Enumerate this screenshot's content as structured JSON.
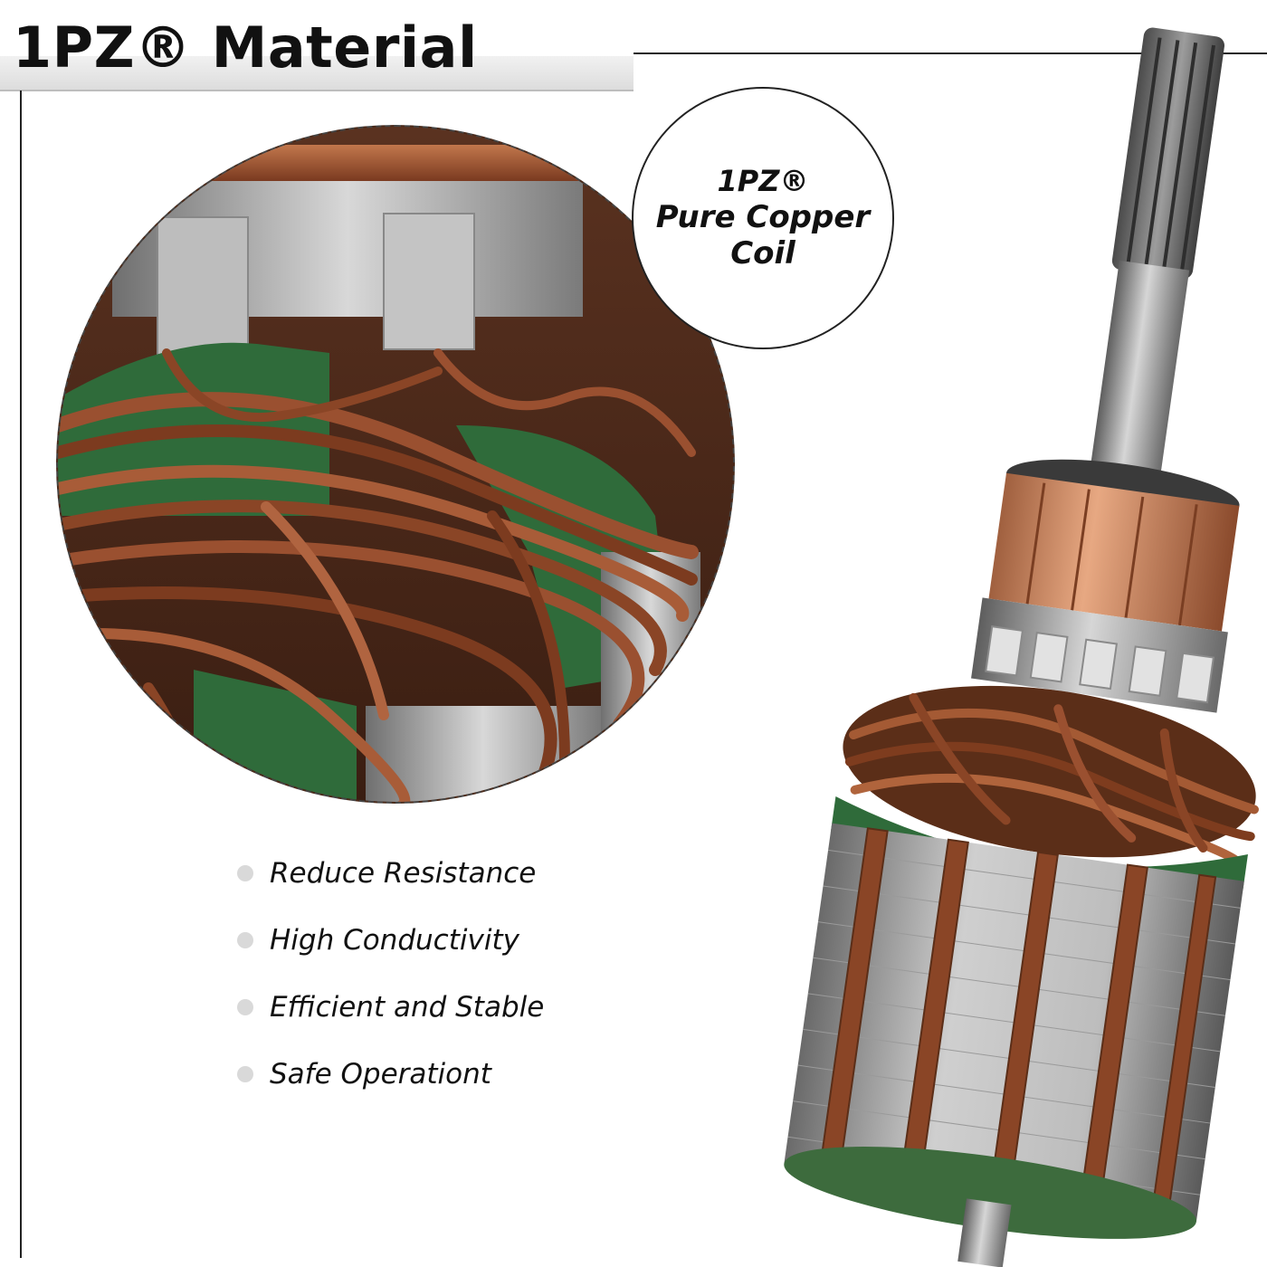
{
  "header": {
    "title": "1PZ® Material"
  },
  "callout": {
    "line1": "1PZ®",
    "line2": "Pure Copper",
    "line3": "Coil"
  },
  "features": [
    "Reduce Resistance",
    "High Conductivity",
    "Efficient and Stable",
    "Safe Operationt"
  ],
  "colors": {
    "copper": "#8a4a2a",
    "insulation_green": "#2f6b3a",
    "steel": "#a9a9a9",
    "commutator": "#c88060"
  },
  "icons": {
    "bullet": "circle-bullet-icon"
  }
}
